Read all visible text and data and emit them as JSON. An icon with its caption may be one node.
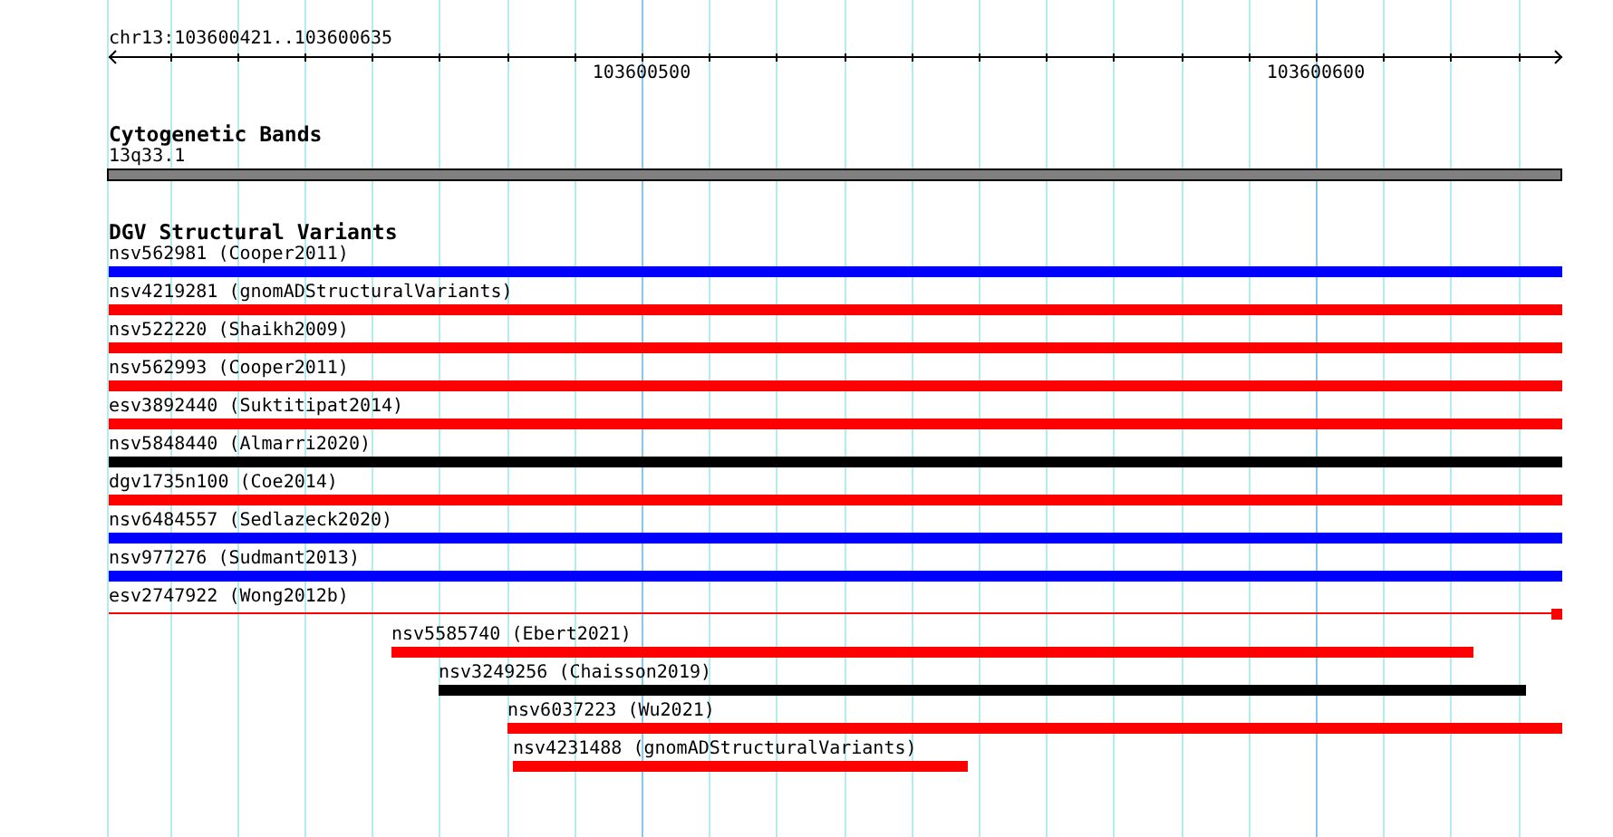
{
  "diagram": {
    "nodes": [
      {
        "text": [
          "13q33.1"
        ]
      },
      {
        "text": [
          "nsv562981 (Cooper2011)"
        ]
      },
      {
        "text": [
          "nsv4219281 (gnomADStructuralVariants)"
        ]
      },
      {
        "text": [
          "nsv522220 (Shaikh2009)"
        ]
      },
      {
        "text": [
          "nsv562993 (Cooper2011)"
        ]
      },
      {
        "text": [
          "esv3892440 (Suktitipat2014)"
        ]
      },
      {
        "text": [
          "nsv5848440 (Almarri2020)"
        ]
      },
      {
        "text": [
          "dgv1735n100 (Coe2014)"
        ]
      },
      {
        "text": [
          "nsv6484557 (Sedlazeck2020)"
        ]
      },
      {
        "text": [
          "nsv977276 (Sudmant2013)"
        ]
      },
      {
        "text": [
          "esv2747922 (Wong2012b)"
        ]
      },
      {
        "text": [
          "nsv5585740 (Ebert2021)"
        ]
      },
      {
        "text": [
          "nsv3249256 (Chaisson2019)"
        ]
      },
      {
        "text": [
          "nsv6037223 (Wu2021)"
        ]
      },
      {
        "text": [
          "nsv4231488 (gnomADStructuralVariants)"
        ]
      }
    ],
    "labels": [
      "chr13:103600421..103600635",
      "103600500",
      "103600600",
      "Cytogenetic Bands",
      "DGV Structural Variants"
    ]
  }
}
